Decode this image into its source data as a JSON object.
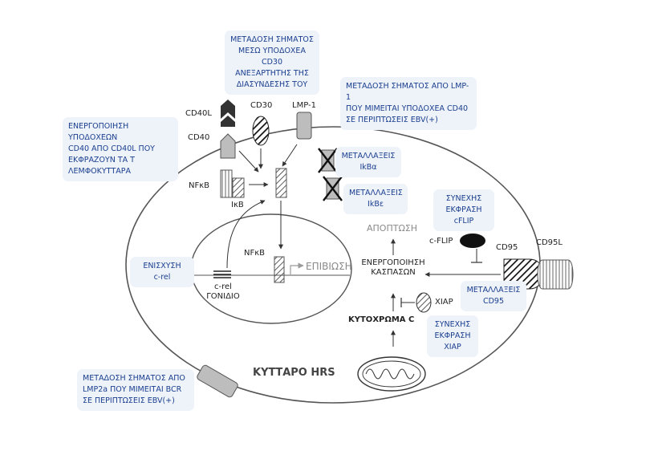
{
  "notes": {
    "cd30_signal": "ΜΕΤΑΔΟΣΗ ΣΗΜΑΤΟΣ\nΜΕΣΩ ΥΠΟΔΟΧΕΑ CD30\nΑΝΕΞΑΡΤΗΤΗΣ  ΤΗΣ\nΔΙΑΣΥΝΔΕΣΗΣ  ΤΟΥ",
    "lmp1_signal": "ΜΕΤΑΔΟΣΗ ΣΗΜΑΤΟΣ ΑΠΟ LMP-1\nΠΟΥ ΜΙΜΕΙΤΑΙ ΥΠΟΔΟΧΕΑ CD40\nΣΕ ΠΕΡΙΠΤΩΣΕΙΣ EBV(+)",
    "cd40_activation": "ΕΝΕΡΓΟΠΟΙΗΣΗ ΥΠΟΔΟΧΕΩΝ\nCD40 ΑΠΟ CD40L ΠΟΥ\nΕΚΦΡΑΖΟΥΝ ΤΑ Τ\nΛΕΜΦΟΚΥΤΤΑΡΑ",
    "ikba_mut": "ΜΕΤΑΛΛΑΞΕΙΣ\nIkBα",
    "ikbe_mut": "ΜΕΤΑΛΛΑΞΕΙΣ\nIkBε",
    "cflip_expr": "ΣΥΝΕΧΗΣ\nΕΚΦΡΑΣΗ\ncFLIP",
    "crel_amp": "ΕΝΙΣΧΥΣΗ\nc-rel",
    "cd95_mut": "ΜΕΤΑΛΛΑΞΕΙΣ\nCD95",
    "xiap_expr": "ΣΥΝΕΧΗΣ\nΕΚΦΡΑΣΗ\nXIAP",
    "lmp2a_signal": "ΜΕΤΑΔΟΣΗ ΣΗΜΑΤΟΣ ΑΠΟ\nLMP2a ΠΟΥ ΜΙΜΕΙΤΑΙ BCR\nΣΕ ΠΕΡΙΠΤΩΣΕΙΣ EBV(+)"
  },
  "labels": {
    "cd40l": "CD40L",
    "cd40": "CD40",
    "cd30": "CD30",
    "lmp1": "LMP-1",
    "nfkb_cyto": "NFκB",
    "ikb": "IκB",
    "nfkb_nuc": "NFκB",
    "survival": "ΕΠΙΒΙΩΣΗ",
    "apoptosis": "ΑΠΟΠΤΩΣΗ",
    "cflip": "c-FLIP",
    "cd95": "CD95",
    "cd95l": "CD95L",
    "caspase_line1": "ΕΝΕΡΓΟΠΟΙΗΣΗ",
    "caspase_line2": "ΚΑΣΠΑΣΩΝ",
    "xiap": "XIAP",
    "cytochrome_c": "ΚΥΤΟΧΡΩΜΑ C",
    "crel_line1": "c-rel",
    "crel_line2": "ΓΟΝΙΔΙΟ",
    "hrs_cell": "ΚΥΤΤΑΡΟ HRS"
  },
  "colors": {
    "note_bg": "#eef2f9",
    "note_text": "#1a3f8f",
    "outline": "#555555",
    "fill_gray": "#bdbdbd",
    "fill_dark": "#333333"
  }
}
